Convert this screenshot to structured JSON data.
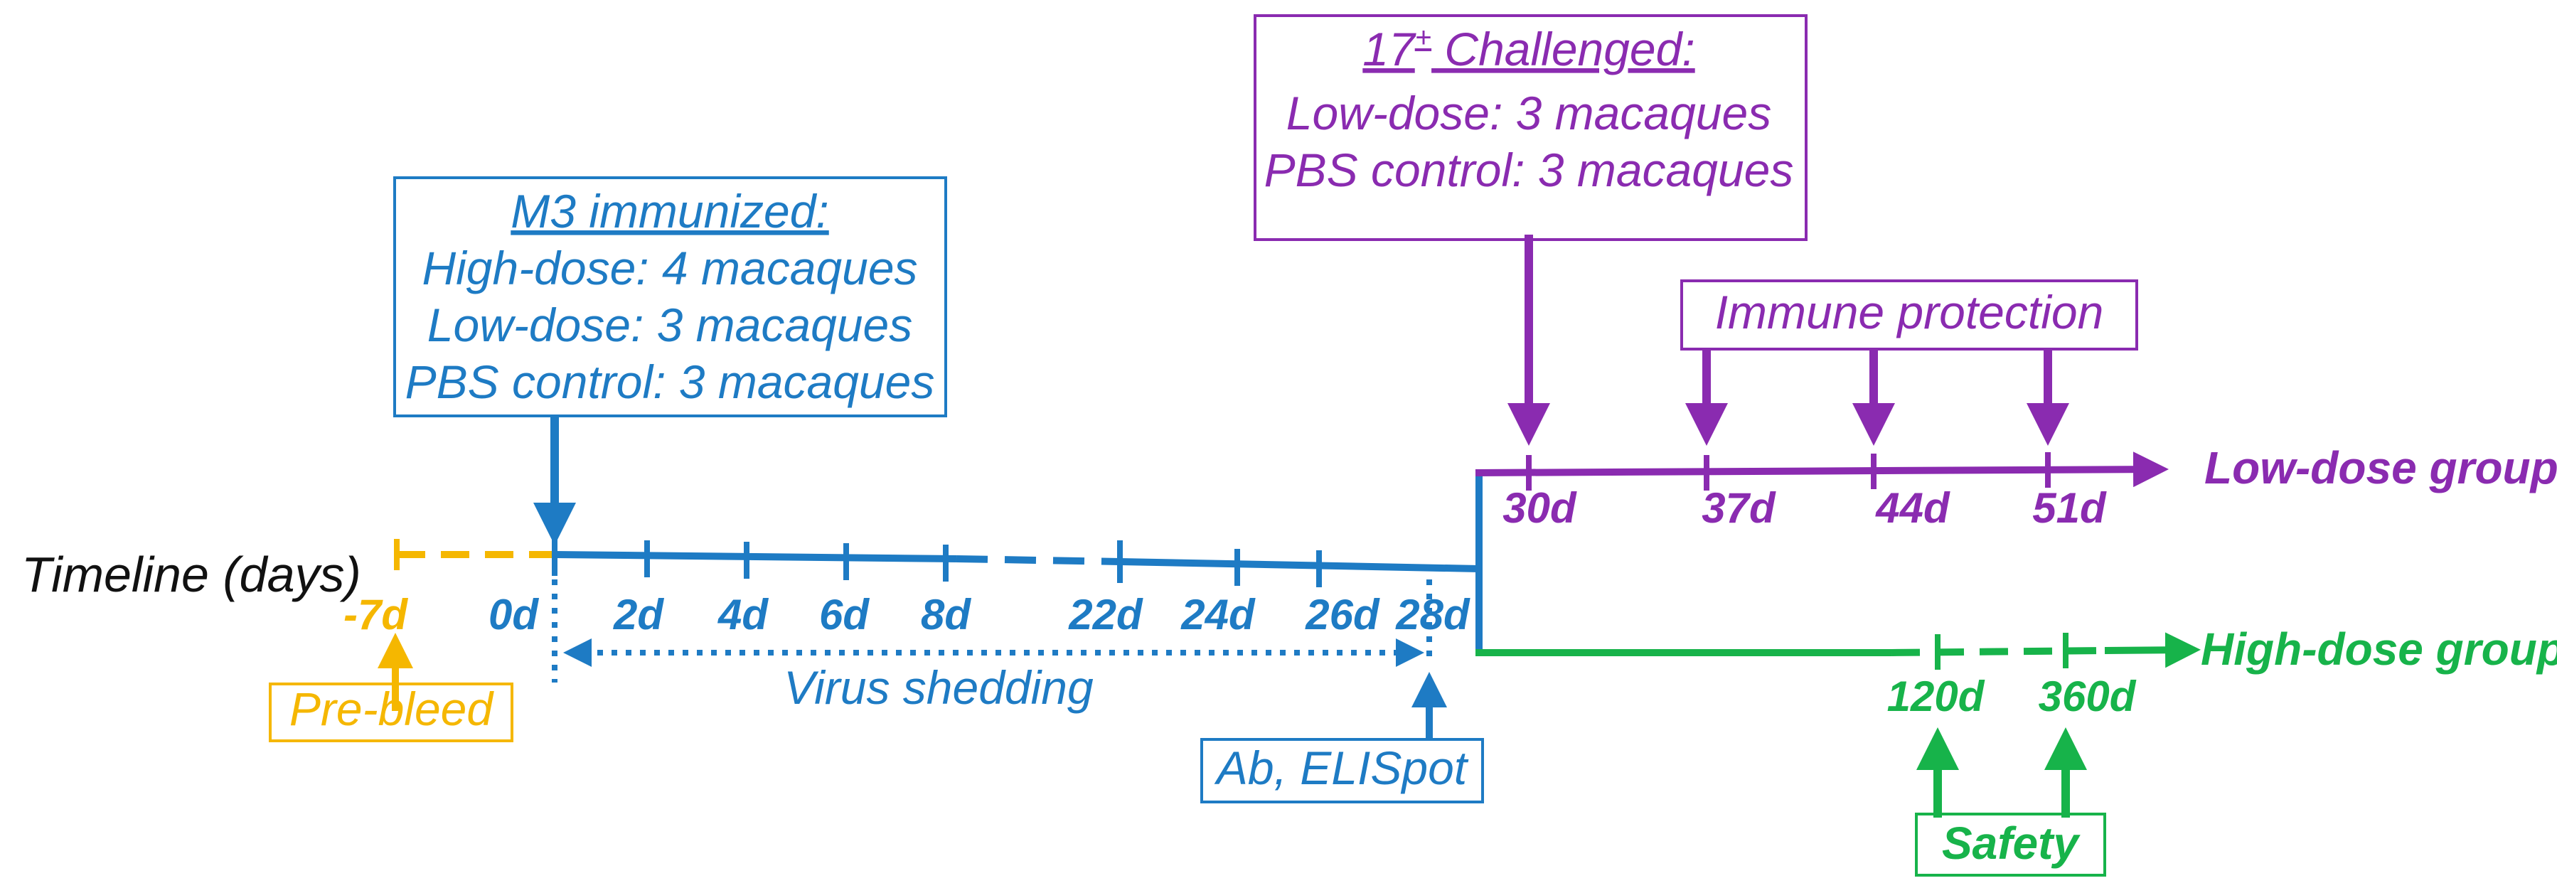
{
  "timeline_label": "Timeline (days)",
  "prebleed": {
    "day": "-7d",
    "label": "Pre-bleed"
  },
  "immunization": {
    "day": "0d",
    "title": "M3 immunized:",
    "lines": [
      "High-dose: 4 macaques",
      "Low-dose: 3 macaques",
      "PBS control: 3 macaques"
    ]
  },
  "main_ticks": [
    "2d",
    "4d",
    "6d",
    "8d",
    "22d",
    "24d",
    "26d",
    "28d"
  ],
  "virus_shedding": "Virus shedding",
  "ab_elispot": "Ab, ELISpot",
  "challenge": {
    "title_prefix": "17",
    "title_sup": "+",
    "title_suffix": " Challenged:",
    "lines": [
      "Low-dose: 3 macaques",
      "PBS control: 3 macaques"
    ]
  },
  "immune_protection": "Immune protection",
  "low_dose": {
    "ticks": [
      "30d",
      "37d",
      "44d",
      "51d"
    ],
    "label": "Low-dose group"
  },
  "high_dose": {
    "ticks": [
      "120d",
      "360d"
    ],
    "label": "High-dose group"
  },
  "safety": "Safety",
  "colors": {
    "blue": "#1e7bc4",
    "purple": "#8a2bb0",
    "green": "#17b34a",
    "yellow": "#f5b700",
    "black": "#111111"
  }
}
